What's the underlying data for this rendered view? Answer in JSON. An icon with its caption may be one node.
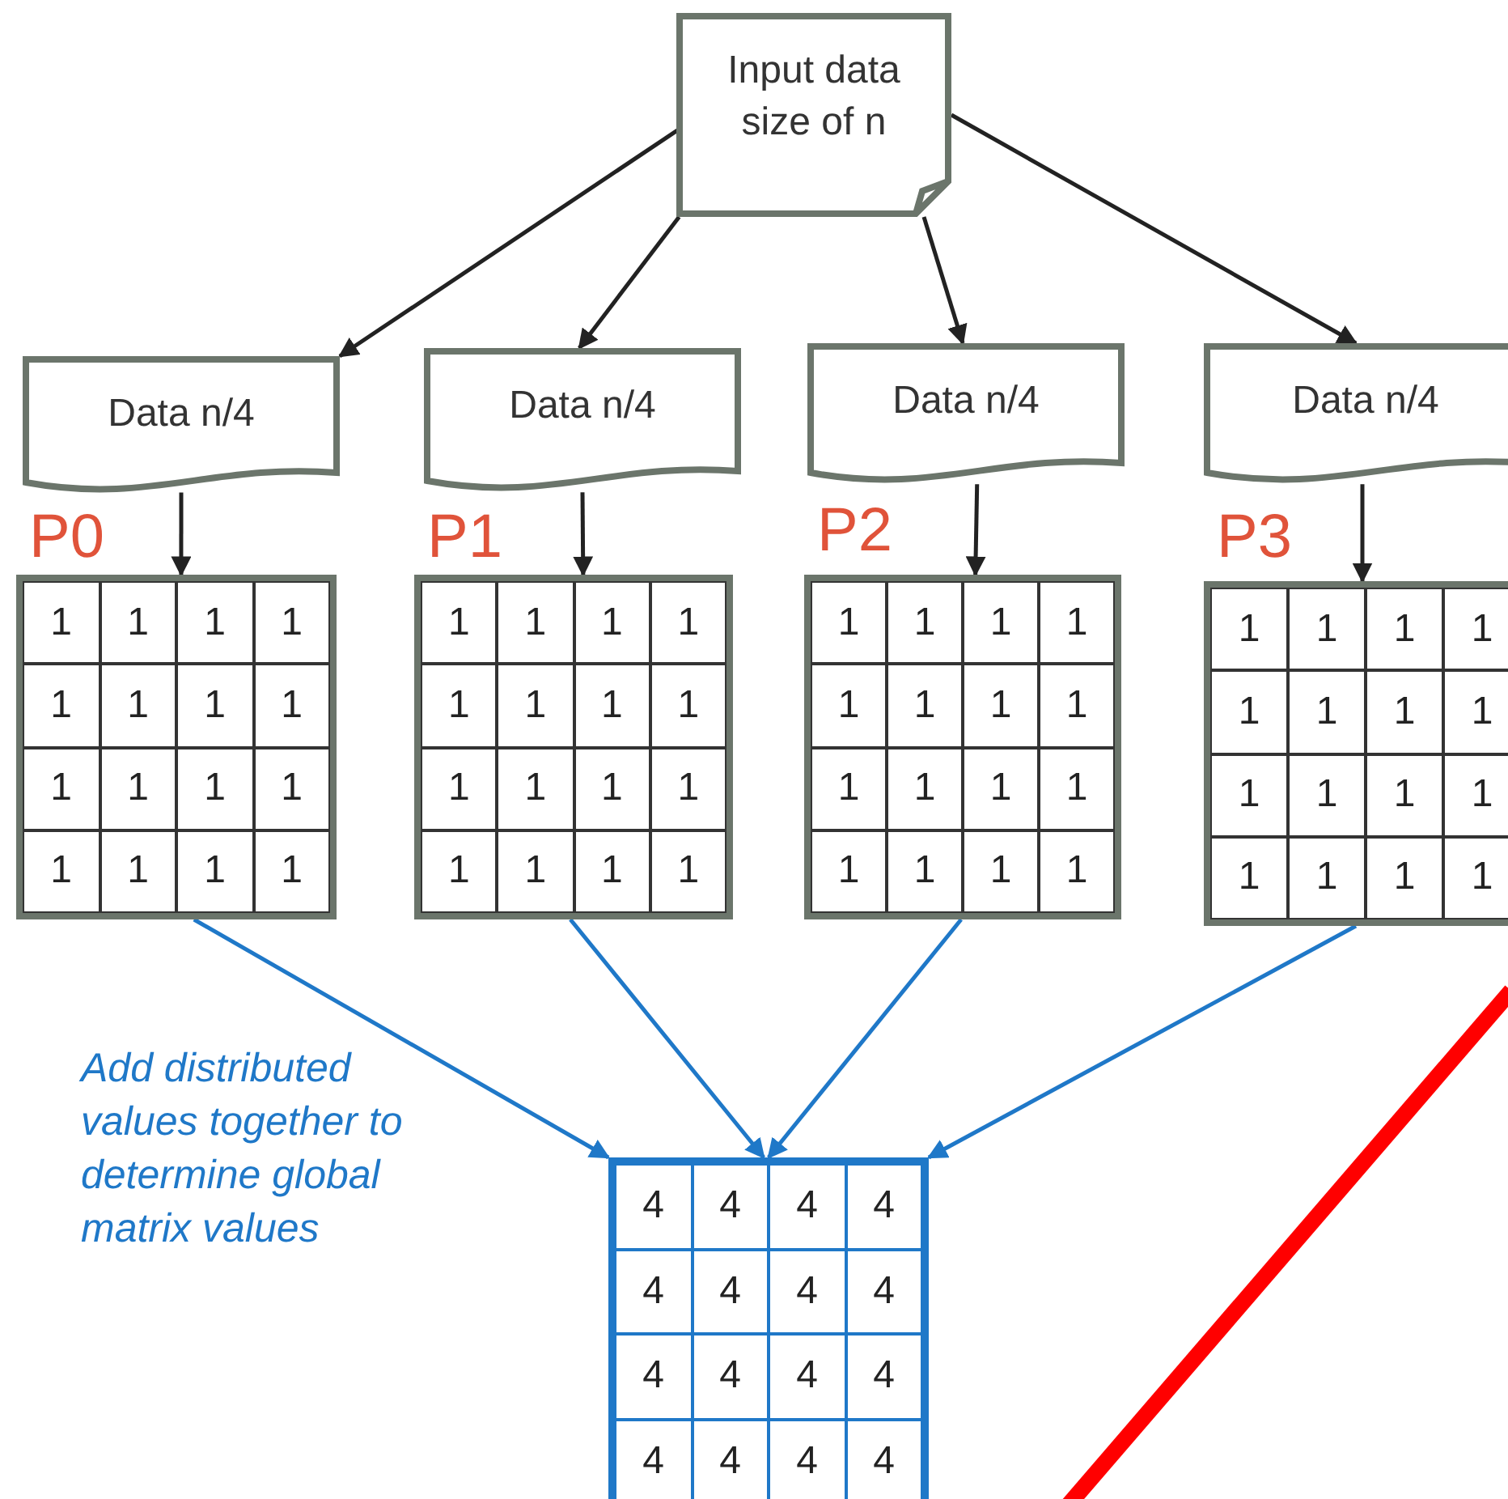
{
  "diagram": {
    "nodes": [
      {
        "text": [
          "Input data size of n"
        ]
      },
      {
        "text": [
          "Data n/4"
        ]
      },
      {
        "text": [
          "Data n/4"
        ]
      },
      {
        "text": [
          "Data n/4"
        ]
      },
      {
        "text": [
          "Data n/4"
        ]
      },
      {
        "text": [
          "P0",
          "1",
          "1",
          "1",
          "1",
          "1",
          "1",
          "1",
          "1",
          "1",
          "1",
          "1",
          "1",
          "1",
          "1",
          "1",
          "1"
        ]
      },
      {
        "text": [
          "P1",
          "1",
          "1",
          "1",
          "1",
          "1",
          "1",
          "1",
          "1",
          "1",
          "1",
          "1",
          "1",
          "1",
          "1",
          "1",
          "1"
        ]
      },
      {
        "text": [
          "P2",
          "1",
          "1",
          "1",
          "1",
          "1",
          "1",
          "1",
          "1",
          "1",
          "1",
          "1",
          "1",
          "1",
          "1",
          "1",
          "1"
        ]
      },
      {
        "text": [
          "P3",
          "1",
          "1",
          "1",
          "1",
          "1",
          "1",
          "1",
          "1",
          "1",
          "1",
          "1",
          "1",
          "1",
          "1",
          "1",
          "1"
        ]
      },
      {
        "text": [
          "4",
          "4",
          "4",
          "4",
          "4",
          "4",
          "4",
          "4",
          "4",
          "4",
          "4",
          "4",
          "4",
          "4",
          "4",
          "4"
        ]
      }
    ],
    "edges": [
      {
        "from": 0,
        "to": 1,
        "arrow": "to"
      },
      {
        "from": 0,
        "to": 2,
        "arrow": "to"
      },
      {
        "from": 0,
        "to": 3,
        "arrow": "to"
      },
      {
        "from": 0,
        "to": 4,
        "arrow": "to"
      },
      {
        "from": 1,
        "to": 5,
        "arrow": "to"
      },
      {
        "from": 2,
        "to": 6,
        "arrow": "to"
      },
      {
        "from": 3,
        "to": 7,
        "arrow": "to"
      },
      {
        "from": 4,
        "to": 8,
        "arrow": "to"
      },
      {
        "from": 5,
        "to": 9,
        "arrow": "to",
        "color": "#1f78c8"
      },
      {
        "from": 6,
        "to": 9,
        "arrow": "to",
        "color": "#1f78c8"
      },
      {
        "from": 7,
        "to": 9,
        "arrow": "to",
        "color": "#1f78c8"
      },
      {
        "from": 8,
        "to": 9,
        "arrow": "to",
        "color": "#1f78c8"
      }
    ],
    "labels": [
      "Add distributed values together to determine global matrix values"
    ]
  }
}
